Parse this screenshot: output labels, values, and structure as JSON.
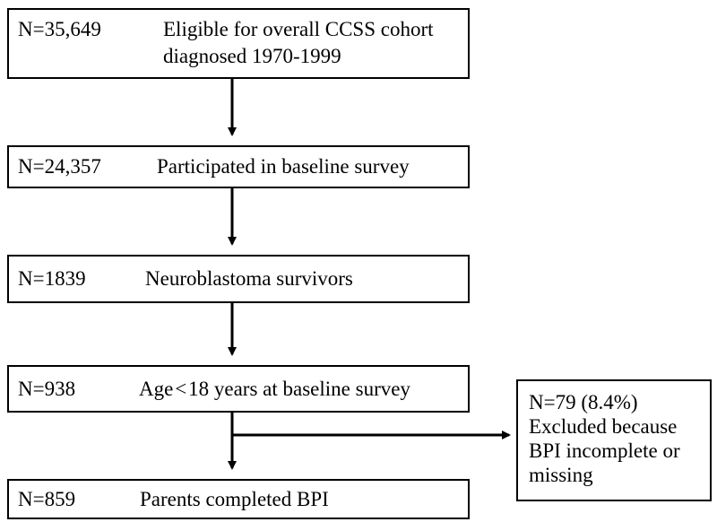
{
  "flow": {
    "steps": [
      {
        "n": "N=35,649",
        "desc_line1": "Eligible for overall CCSS cohort",
        "desc_line2": "diagnosed 1970-1999"
      },
      {
        "n": "N=24,357",
        "desc": "Participated in baseline survey"
      },
      {
        "n": "N=1839",
        "desc": "Neuroblastoma survivors"
      },
      {
        "n": "N=938",
        "desc": "Age < 18 years at baseline survey"
      },
      {
        "n": "N=859",
        "desc": "Parents completed BPI"
      }
    ],
    "excluded": {
      "line1": "N=79 (8.4%)",
      "line2": "Excluded because",
      "line3": "BPI incomplete or",
      "line4": "missing"
    }
  }
}
